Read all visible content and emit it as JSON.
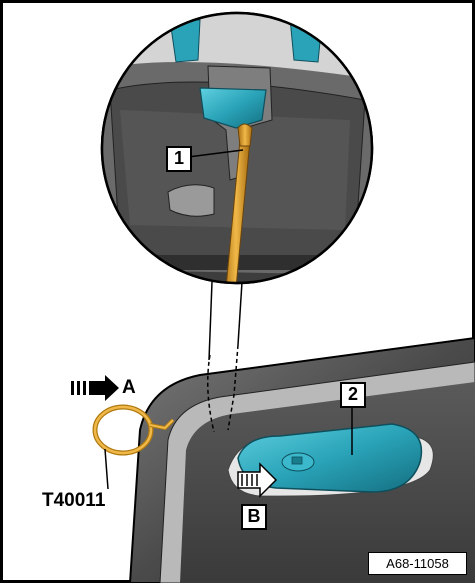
{
  "figure": {
    "callouts": {
      "item_1": "1",
      "item_2": "2",
      "view_a": "A",
      "view_b": "B"
    },
    "tool_label": "T40011",
    "reference_code": "A68-11058"
  },
  "colors": {
    "trim_dark": "#3c3c3c",
    "trim_light": "#b9b9b9",
    "clip_blue": "#2aa3b8",
    "tool_gold": "#d99a2a"
  },
  "icons": {
    "view_arrow": "hatched-arrow-right",
    "motion_arrow": "hatched-arrow-right"
  }
}
